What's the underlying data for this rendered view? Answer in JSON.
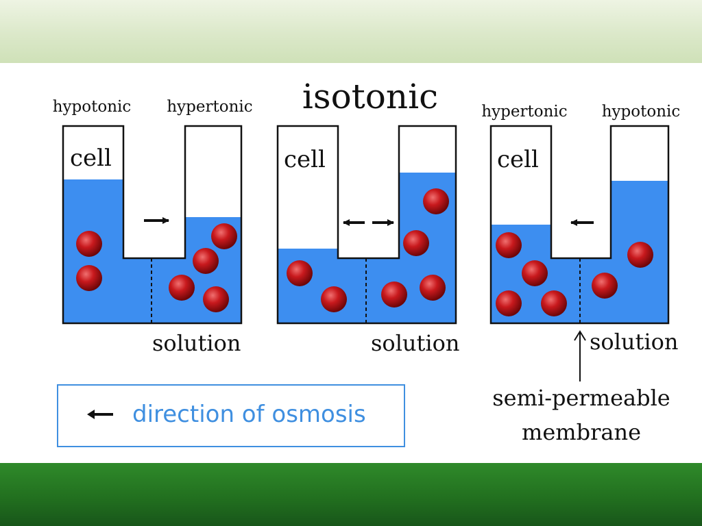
{
  "title": "isotonic",
  "panels": [
    {
      "left_label": "hypotonic",
      "right_label": "hypertonic",
      "cell_label": "cell",
      "solution_label": "solution",
      "arrows": [
        "right"
      ]
    },
    {
      "left_label": "",
      "right_label": "",
      "cell_label": "cell",
      "solution_label": "solution",
      "arrows": [
        "left",
        "right"
      ]
    },
    {
      "left_label": "hypertonic",
      "right_label": "hypotonic",
      "cell_label": "cell",
      "solution_label": "solution",
      "arrows": [
        "left"
      ]
    }
  ],
  "membrane_label": {
    "line1": "semi-permeable",
    "line2": "membrane"
  },
  "legend": {
    "text": "direction of osmosis"
  },
  "colors": {
    "water": "#3d8ef0",
    "molecule": "#c8191d",
    "outline": "#111111",
    "legend_accent": "#3f8fe0",
    "top_band": "#d8e6c5",
    "bottom_band": "#257621"
  }
}
